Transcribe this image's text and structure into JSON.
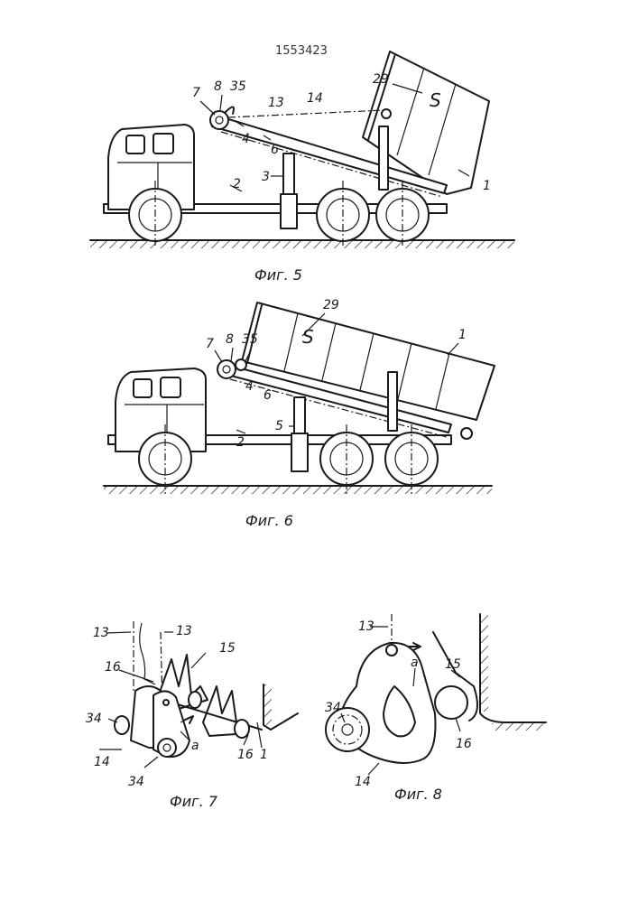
{
  "document": {
    "patent_number": "1553423"
  },
  "fig5": {
    "caption": "Фиг. 5",
    "labels": {
      "l7": "7",
      "l8": "8",
      "l35": "35",
      "l13": "13",
      "l14": "14",
      "l29": "29",
      "lS": "S",
      "l4": "4",
      "l6": "6",
      "l3": "3",
      "l2": "2",
      "l1": "1"
    }
  },
  "fig6": {
    "caption": "Фиг. 6",
    "labels": {
      "l29": "29",
      "lS": "S",
      "l7": "7",
      "l8": "8",
      "l35": "35",
      "l1": "1",
      "l4": "4",
      "l6": "6",
      "l5": "5",
      "l2": "2"
    }
  },
  "fig7": {
    "caption": "Фиг. 7",
    "labels": {
      "l13a": "13",
      "l13b": "13",
      "l15": "15",
      "l16a": "16",
      "l34a": "34",
      "l14": "14",
      "l34b": "34",
      "la": "a",
      "l16b": "16",
      "l1": "1"
    }
  },
  "fig8": {
    "caption": "Фиг. 8",
    "labels": {
      "l13": "13",
      "la": "a",
      "l15": "15",
      "l34": "34",
      "l16": "16",
      "l14": "14"
    }
  }
}
